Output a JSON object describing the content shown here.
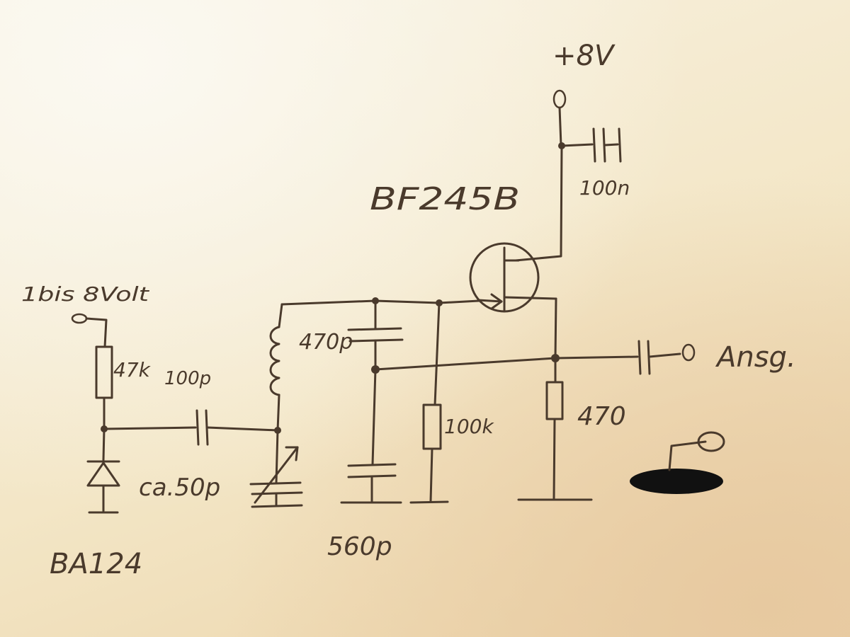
{
  "diagram": {
    "labels": {
      "supply_voltage": "+8V",
      "transistor": "BF245B",
      "decoupling_cap": "100n",
      "input_voltage": "1bis 8Volt",
      "bias_resistor": "47k",
      "coupling_cap": "100p",
      "feedback_cap_top": "470p",
      "feedback_cap_bottom": "560p",
      "gate_resistor": "100k",
      "source_resistor": "470",
      "output": "Ansg.",
      "trimmer_cap": "ca.50p",
      "varactor": "BA124"
    },
    "colors": {
      "ink": "#4a3a2c",
      "paper": "#f4ead2",
      "blot": "#111111"
    }
  }
}
